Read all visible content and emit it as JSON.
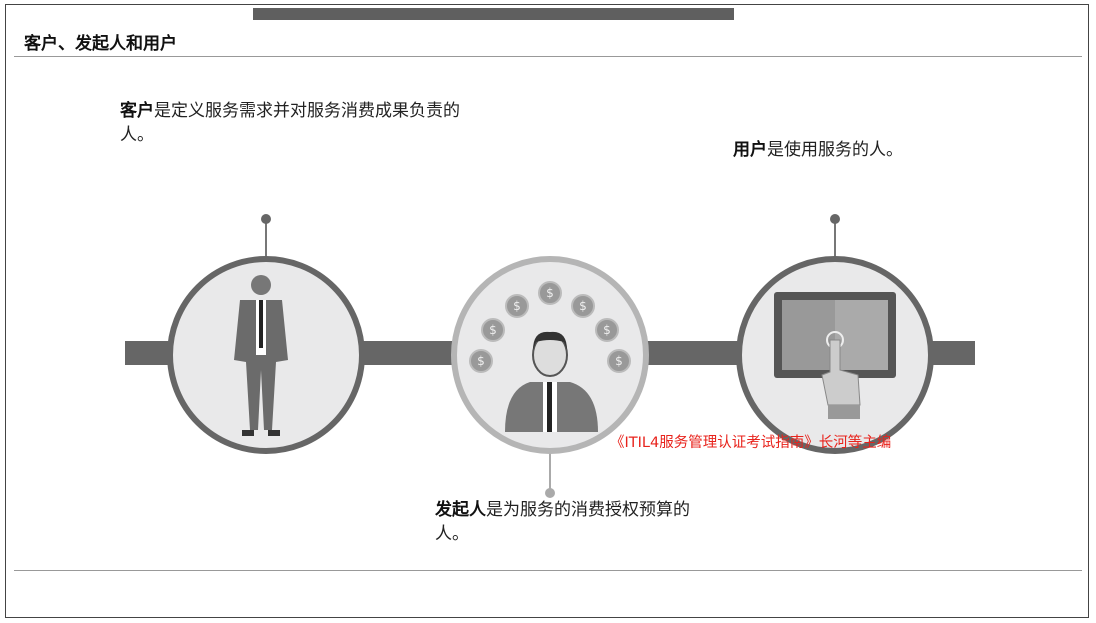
{
  "title": "客户、发起人和用户",
  "customer": {
    "term": "客户",
    "desc": "是定义服务需求并对服务消费成果负责的人。"
  },
  "user": {
    "term": "用户",
    "desc": "是使用服务的人。"
  },
  "sponsor": {
    "term": "发起人",
    "desc": "是为服务的消费授权预算的人。"
  },
  "watermark": "《ITIL4服务管理认证考试指南》长河等主编",
  "coin_symbol": "$"
}
